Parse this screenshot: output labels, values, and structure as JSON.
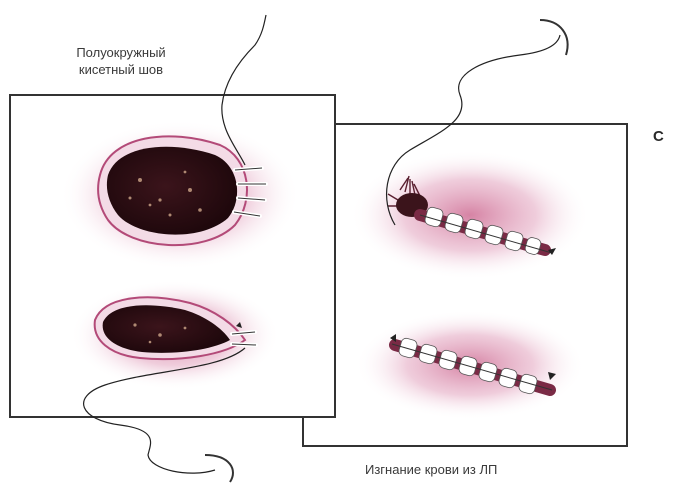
{
  "labels": {
    "top_line1": "Полуокружный",
    "top_line2": "кисетный шов",
    "bottom": "Изгнание крови из ЛП",
    "panel_letter": "C"
  },
  "colors": {
    "frame": "#333333",
    "tissue_pink": "#c85a86",
    "wound_dark": "#2a0d12",
    "suture": "#222222"
  }
}
